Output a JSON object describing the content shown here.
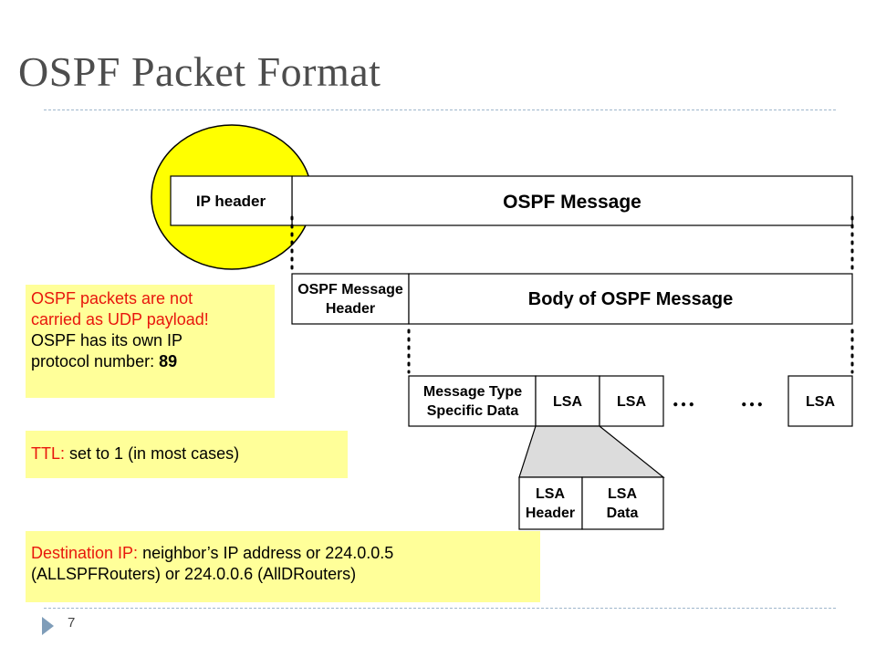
{
  "slide": {
    "title": "OSPF Packet Format",
    "page_number": "7"
  },
  "diagram": {
    "row1": {
      "ip_header": "IP header",
      "ospf_message": "OSPF Message"
    },
    "row2": {
      "message_header_line1": "OSPF Message",
      "message_header_line2": "Header",
      "body": "Body of OSPF Message"
    },
    "row3": {
      "type_line1": "Message Type",
      "type_line2": "Specific Data",
      "lsa1": "LSA",
      "lsa2": "LSA",
      "ellipsis1": "…",
      "ellipsis2": "…",
      "lsa_last": "LSA"
    },
    "row4": {
      "lsa_header_line1": "LSA",
      "lsa_header_line2": "Header",
      "lsa_data_line1": "LSA",
      "lsa_data_line2": "Data"
    }
  },
  "notes": {
    "udp": {
      "line1": "OSPF packets are not",
      "line2": "carried as UDP payload!",
      "line3": "OSPF has its own IP",
      "line4_prefix": "protocol number:",
      "protocol_number": "89"
    },
    "ttl": {
      "label": "TTL:",
      "text": "set to 1 (in most cases)"
    },
    "dest": {
      "label": "Destination IP:",
      "line1_text": "neighbor’s IP address or 224.0.0.5",
      "line2": "(ALLSPFRouters) or 224.0.0.6 (AllDRouters)"
    }
  },
  "colors": {
    "highlight_circle": "#ffff00",
    "note_background": "#ffff99",
    "note_label_red": "#e8160c",
    "title_gray": "#4d4d4d"
  }
}
